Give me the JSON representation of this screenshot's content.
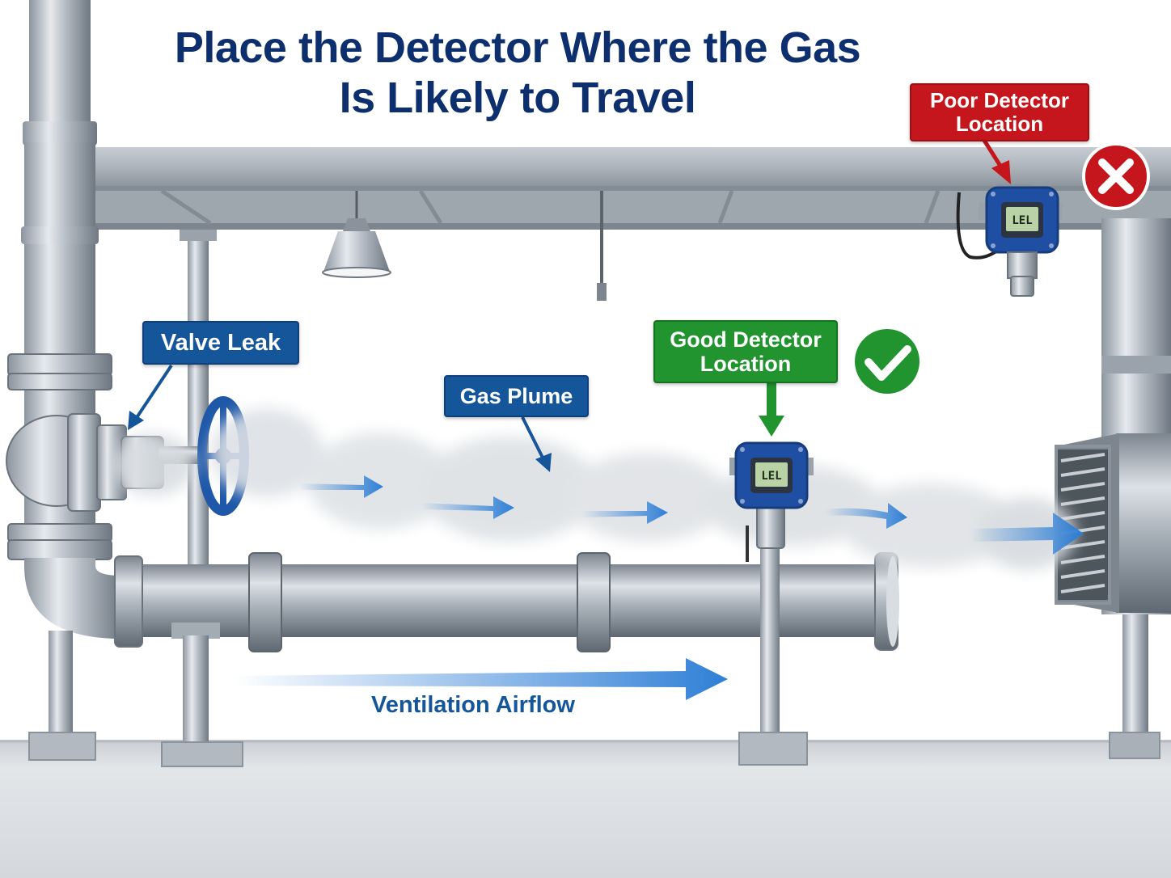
{
  "title": {
    "line1": "Place the Detector Where the Gas",
    "line2": "Is Likely to Travel"
  },
  "callouts": {
    "valve_leak": "Valve Leak",
    "gas_plume": "Gas Plume",
    "good_location": {
      "line1": "Good Detector",
      "line2": "Location"
    },
    "poor_location": {
      "line1": "Poor Detector",
      "line2": "Location"
    }
  },
  "airflow_label": "Ventilation Airflow",
  "detector_display": "LEL",
  "colors": {
    "title": "#0d2f6e",
    "callout_blue": "#15569a",
    "good_green": "#219430",
    "poor_red": "#c4161c",
    "arrow_blue": "#2f7fd6",
    "detector_blue": "#1f4fa3"
  },
  "icons": {
    "good": "check-icon",
    "poor": "x-mark-icon"
  }
}
